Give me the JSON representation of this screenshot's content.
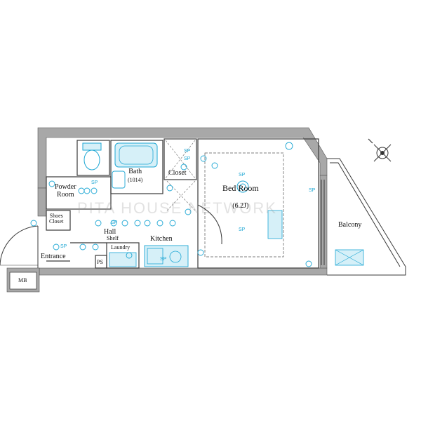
{
  "rooms": {
    "powder_room": "Powder\nRoom",
    "bath": "Bath",
    "bath_size": "(1014)",
    "closet": "Closet",
    "bed_room": "Bed Room",
    "bed_room_size": "(6.2J)",
    "shoes_closet": "Shoes\nCloset",
    "hall": "Hall",
    "shelf": "Shelf",
    "laundry": "Laundry",
    "kitchen": "Kitchen",
    "entrance": "Entrance",
    "balcony": "Balcony",
    "mb": "MB",
    "ps": "PS"
  },
  "watermark": "PITA HOUSE NETWORK",
  "symbols": {
    "sp": "SP"
  },
  "colors": {
    "wall": "#a8a8a8",
    "line": "#3a3a3a",
    "fixture": "#1ea7d4",
    "fixture_fill": "#d6f0f8"
  }
}
